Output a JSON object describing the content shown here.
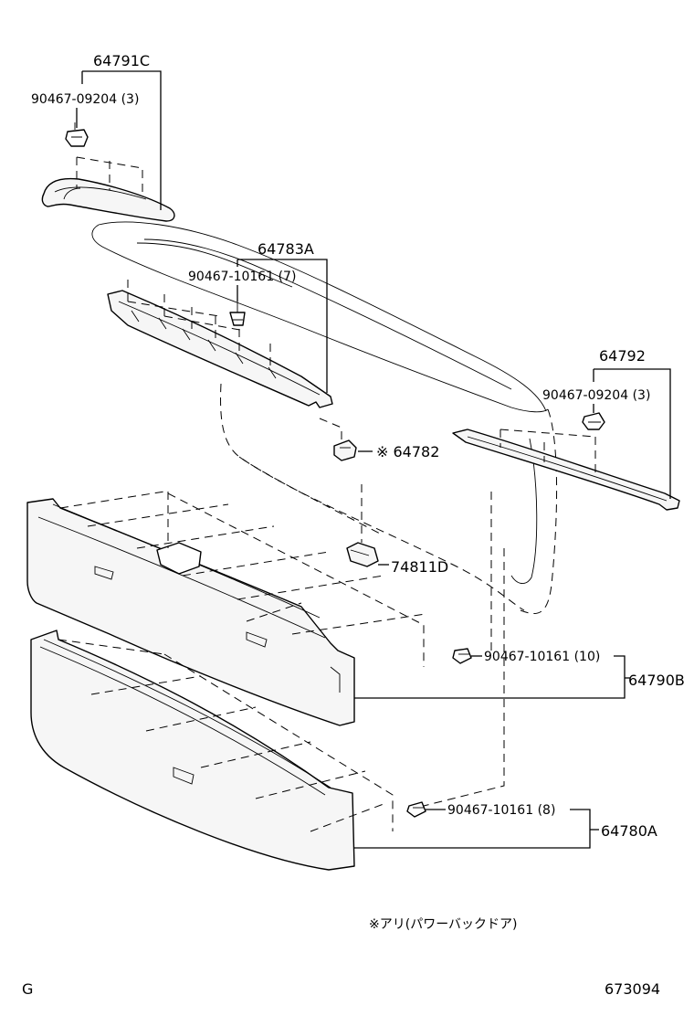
{
  "labels": {
    "p64791c": "64791C",
    "clip_top_left": "90467-09204 (3)",
    "p64783a": "64783A",
    "clip_upper_mid": "90467-10161 (7)",
    "p64792": "64792",
    "clip_right": "90467-09204 (3)",
    "p64782": "※ 64782",
    "p74811d": "74811D",
    "clip_lower_1": "90467-10161 (10)",
    "p64790b": "64790B",
    "clip_lower_2": "90467-10161 (8)",
    "p64780a": "64780A"
  },
  "footnote": "※アリ(パワーバックドア)",
  "corner_left": "G",
  "corner_right": "673094"
}
